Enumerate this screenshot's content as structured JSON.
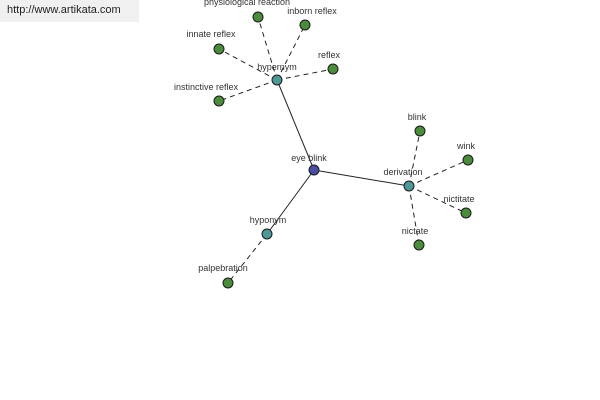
{
  "watermark": {
    "url": "http://www.artikata.com"
  },
  "colors": {
    "root": "#4a4ea0",
    "relation": "#4f9898",
    "leaf": "#4a8c3c",
    "edge": "#222222"
  },
  "graph": {
    "root": {
      "id": "eye-blink",
      "label": "eye blink"
    },
    "relations": [
      {
        "id": "hypernym",
        "label": "hypernym",
        "words": [
          "physiological reaction",
          "inborn reflex",
          "innate reflex",
          "reflex",
          "instinctive reflex"
        ]
      },
      {
        "id": "derivation",
        "label": "derivation",
        "words": [
          "blink",
          "wink",
          "nictitate",
          "nictate"
        ]
      },
      {
        "id": "hyponym",
        "label": "hyponym",
        "words": [
          "palpebration"
        ]
      }
    ]
  }
}
